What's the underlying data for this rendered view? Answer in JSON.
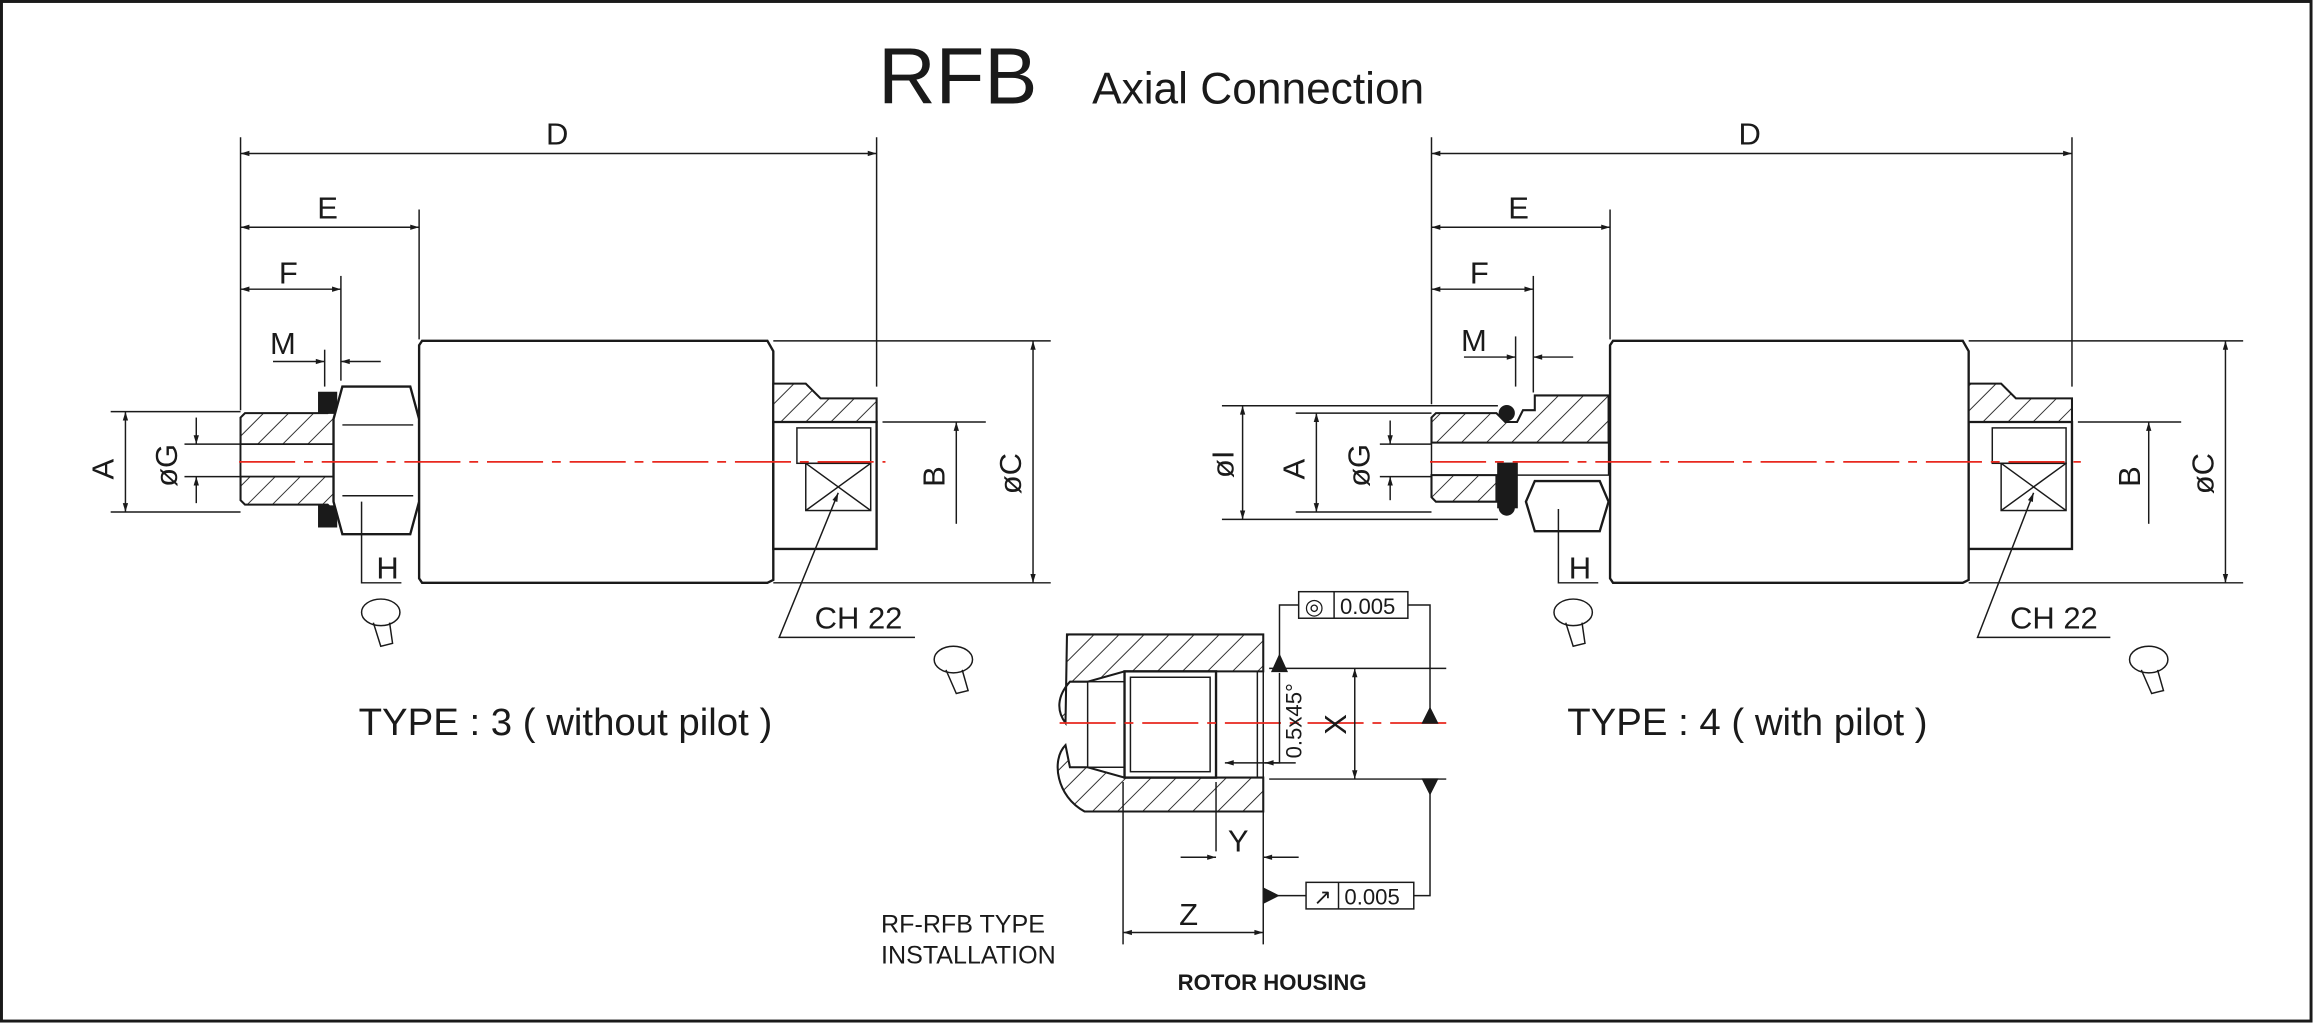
{
  "title": {
    "main": "RFB",
    "subtitle": "Axial Connection"
  },
  "type3": {
    "caption": "TYPE  : 3    ( without pilot )",
    "dims": {
      "D": "D",
      "E": "E",
      "F": "F",
      "M": "M",
      "A": "A",
      "G": "øG",
      "H": "H",
      "B": "B",
      "C": "øC"
    },
    "wrench_label": "CH 22"
  },
  "type4": {
    "caption": "TYPE  : 4   ( with pilot )",
    "dims": {
      "D": "D",
      "E": "E",
      "F": "F",
      "M": "M",
      "I": "øI",
      "A": "A",
      "G": "øG",
      "H": "H",
      "B": "B",
      "C": "øC"
    },
    "wrench_label": "CH 22"
  },
  "installation": {
    "label_line1": "RF-RFB  TYPE",
    "label_line2": "INSTALLATION",
    "housing_label": "ROTOR HOUSING",
    "chamfer": "0.5x45°",
    "dims": {
      "X": "X",
      "Y": "Y",
      "Z": "Z"
    },
    "tolerances": [
      {
        "symbol": "concentricity",
        "glyph": "◎",
        "value": "0.005"
      },
      {
        "symbol": "circular-runout",
        "glyph": "↗",
        "value": "0.005"
      }
    ]
  },
  "colors": {
    "centerline": "#e8281e",
    "ink": "#1a1a1a"
  }
}
